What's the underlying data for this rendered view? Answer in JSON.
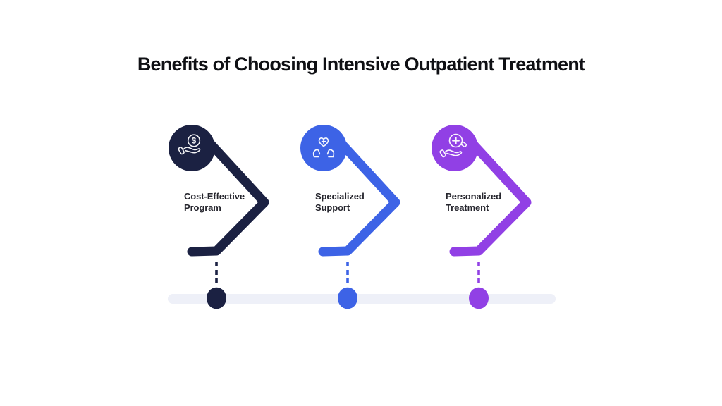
{
  "title": "Benefits of Choosing Intensive Outpatient Treatment",
  "items": [
    {
      "label": "Cost-Effective Program",
      "label_line1": "Cost-Effective",
      "label_line2": "Program",
      "icon": "hand-coin-icon",
      "icon_symbol": "$",
      "color": "#1b2142"
    },
    {
      "label": "Specialized Support",
      "label_line1": "Specialized",
      "label_line2": "Support",
      "icon": "hands-heart-cross-icon",
      "color": "#3d63e6"
    },
    {
      "label": "Personalized Treatment",
      "label_line1": "Personalized",
      "label_line2": "Treatment",
      "icon": "hand-medical-cross-icon",
      "color": "#9140e5"
    }
  ],
  "timeline": {
    "bar_color": "#eef0f8"
  }
}
